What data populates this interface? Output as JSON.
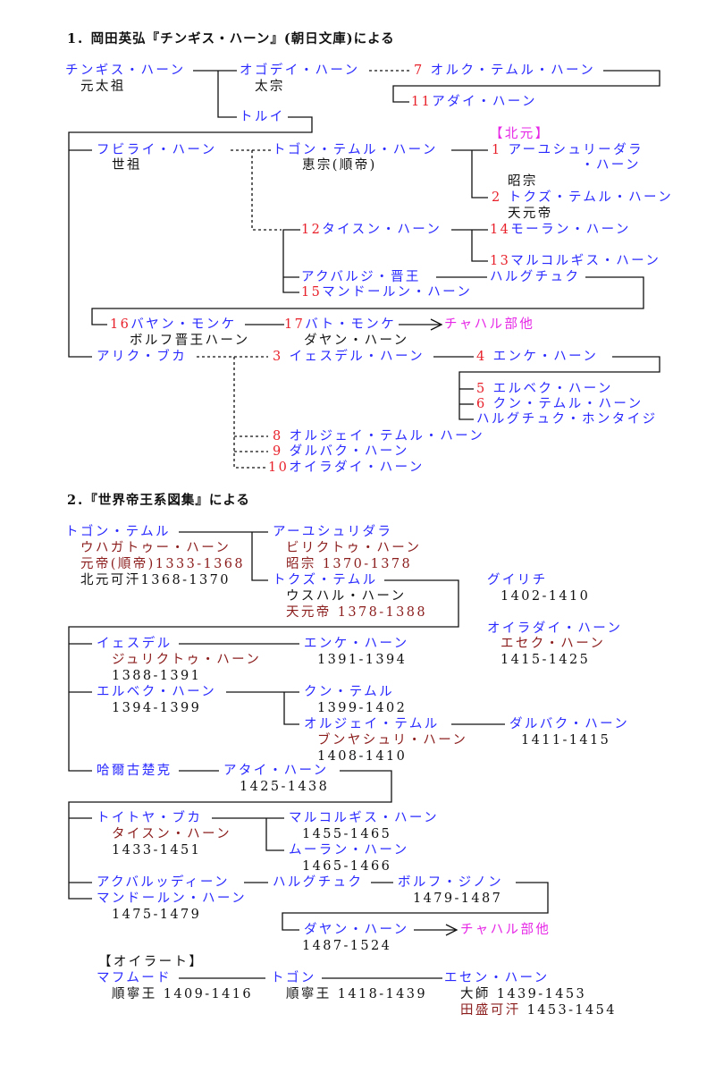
{
  "colors": {
    "b": "#2a2aff",
    "r": "#e8202a",
    "k": "#111111",
    "m": "#e628e6",
    "d": "#8b1c1c"
  },
  "section1": {
    "title": "1．岡田英弘『チンギス・ハーン』(朝日文庫)による",
    "labels": [
      [
        {
          "text": "チンギス・ハーン",
          "c": "b"
        }
      ],
      [
        {
          "text": "元太祖",
          "c": "k"
        }
      ],
      [
        {
          "text": "オゴデイ・ハーン",
          "c": "b"
        }
      ],
      [
        {
          "text": "太宗",
          "c": "k"
        }
      ],
      [
        {
          "text": "7 ",
          "c": "r"
        },
        {
          "text": "オルク・テムル・ハーン",
          "c": "b"
        }
      ],
      [
        {
          "text": "11",
          "c": "r"
        },
        {
          "text": "アダイ・ハーン",
          "c": "b"
        }
      ],
      [
        {
          "text": "トルイ",
          "c": "b"
        }
      ],
      [
        {
          "text": "【北元】",
          "c": "m"
        }
      ],
      [
        {
          "text": "フビライ・ハーン",
          "c": "b"
        }
      ],
      [
        {
          "text": "世祖",
          "c": "k"
        }
      ],
      [
        {
          "text": "トゴン・テムル・ハーン",
          "c": "b"
        }
      ],
      [
        {
          "text": "恵宗(順帝)",
          "c": "k"
        }
      ],
      [
        {
          "text": "1 ",
          "c": "r"
        },
        {
          "text": "アーユシュリーダラ",
          "c": "b"
        }
      ],
      [
        {
          "text": "・ハーン",
          "c": "b"
        }
      ],
      [
        {
          "text": "昭宗",
          "c": "k"
        }
      ],
      [
        {
          "text": "2 ",
          "c": "r"
        },
        {
          "text": "トクズ・テムル・ハーン",
          "c": "b"
        }
      ],
      [
        {
          "text": "天元帝",
          "c": "k"
        }
      ],
      [
        {
          "text": "12",
          "c": "r"
        },
        {
          "text": "タイスン・ハーン",
          "c": "b"
        }
      ],
      [
        {
          "text": "14",
          "c": "r"
        },
        {
          "text": "モーラン・ハーン",
          "c": "b"
        }
      ],
      [
        {
          "text": "13",
          "c": "r"
        },
        {
          "text": "マルコルギス・ハーン",
          "c": "b"
        }
      ],
      [
        {
          "text": "アクバルジ・晋王",
          "c": "b"
        }
      ],
      [
        {
          "text": "ハルグチュク",
          "c": "b"
        }
      ],
      [
        {
          "text": "15",
          "c": "r"
        },
        {
          "text": "マンドールン・ハーン",
          "c": "b"
        }
      ],
      [
        {
          "text": "16",
          "c": "r"
        },
        {
          "text": "バヤン・モンケ",
          "c": "b"
        }
      ],
      [
        {
          "text": "ボルフ晋王ハーン",
          "c": "k"
        }
      ],
      [
        {
          "text": "17",
          "c": "r"
        },
        {
          "text": "バト・モンケ",
          "c": "b"
        }
      ],
      [
        {
          "text": "ダヤン・ハーン",
          "c": "k"
        }
      ],
      [
        {
          "text": "チャハル部他",
          "c": "m"
        }
      ],
      [
        {
          "text": "アリク・ブカ",
          "c": "b"
        }
      ],
      [
        {
          "text": "3 ",
          "c": "r"
        },
        {
          "text": "イェスデル・ハーン",
          "c": "b"
        }
      ],
      [
        {
          "text": "4 ",
          "c": "r"
        },
        {
          "text": "エンケ・ハーン",
          "c": "b"
        }
      ],
      [
        {
          "text": "5 ",
          "c": "r"
        },
        {
          "text": "エルベク・ハーン",
          "c": "b"
        }
      ],
      [
        {
          "text": "6 ",
          "c": "r"
        },
        {
          "text": "クン・テムル・ハーン",
          "c": "b"
        }
      ],
      [
        {
          "text": "ハルグチュク・ホンタイジ",
          "c": "b"
        }
      ],
      [
        {
          "text": "8 ",
          "c": "r"
        },
        {
          "text": "オルジェイ・テムル・ハーン",
          "c": "b"
        }
      ],
      [
        {
          "text": "9 ",
          "c": "r"
        },
        {
          "text": "ダルバク・ハーン",
          "c": "b"
        }
      ],
      [
        {
          "text": "10",
          "c": "r"
        },
        {
          "text": "オイラダイ・ハーン",
          "c": "b"
        }
      ]
    ]
  },
  "section2": {
    "title": "2．『世界帝王系図集』による",
    "labels": [
      [
        {
          "text": "トゴン・テムル",
          "c": "b"
        }
      ],
      [
        {
          "text": "ウハガトゥー・ハーン",
          "c": "d"
        }
      ],
      [
        {
          "text": "元帝(順帝)1333-1368",
          "c": "d"
        }
      ],
      [
        {
          "text": "北元可汗1368-1370",
          "c": "k"
        }
      ],
      [
        {
          "text": "アーユシュリダラ",
          "c": "b"
        }
      ],
      [
        {
          "text": "ビリクトゥ・ハーン",
          "c": "d"
        }
      ],
      [
        {
          "text": "昭宗 1370-1378",
          "c": "d"
        }
      ],
      [
        {
          "text": "トクズ・テムル",
          "c": "b"
        }
      ],
      [
        {
          "text": "ウスハル・ハーン",
          "c": "k"
        }
      ],
      [
        {
          "text": "天元帝 1378-1388",
          "c": "d"
        }
      ],
      [
        {
          "text": "グイリチ",
          "c": "b"
        }
      ],
      [
        {
          "text": "1402-1410",
          "c": "k"
        }
      ],
      [
        {
          "text": "オイラダイ・ハーン",
          "c": "b"
        }
      ],
      [
        {
          "text": "エセク・ハーン",
          "c": "d"
        }
      ],
      [
        {
          "text": "1415-1425",
          "c": "k"
        }
      ],
      [
        {
          "text": "イェスデル",
          "c": "b"
        }
      ],
      [
        {
          "text": "ジュリクトゥ・ハーン",
          "c": "d"
        }
      ],
      [
        {
          "text": "1388-1391",
          "c": "k"
        }
      ],
      [
        {
          "text": "エンケ・ハーン",
          "c": "b"
        }
      ],
      [
        {
          "text": "1391-1394",
          "c": "k"
        }
      ],
      [
        {
          "text": "エルベク・ハーン",
          "c": "b"
        }
      ],
      [
        {
          "text": "1394-1399",
          "c": "k"
        }
      ],
      [
        {
          "text": "クン・テムル",
          "c": "b"
        }
      ],
      [
        {
          "text": "1399-1402",
          "c": "k"
        }
      ],
      [
        {
          "text": "オルジェイ・テムル",
          "c": "b"
        }
      ],
      [
        {
          "text": "ブンヤシュリ・ハーン",
          "c": "d"
        }
      ],
      [
        {
          "text": "1408-1410",
          "c": "k"
        }
      ],
      [
        {
          "text": "ダルバク・ハーン",
          "c": "b"
        }
      ],
      [
        {
          "text": "1411-1415",
          "c": "k"
        }
      ],
      [
        {
          "text": "哈爾古楚克",
          "c": "b"
        }
      ],
      [
        {
          "text": "アタイ・ハーン",
          "c": "b"
        }
      ],
      [
        {
          "text": "1425-1438",
          "c": "k"
        }
      ],
      [
        {
          "text": "トイトヤ・ブカ",
          "c": "b"
        }
      ],
      [
        {
          "text": "タイスン・ハーン",
          "c": "d"
        }
      ],
      [
        {
          "text": "1433-1451",
          "c": "k"
        }
      ],
      [
        {
          "text": "マルコルギス・ハーン",
          "c": "b"
        }
      ],
      [
        {
          "text": "1455-1465",
          "c": "k"
        }
      ],
      [
        {
          "text": "ムーラン・ハーン",
          "c": "b"
        }
      ],
      [
        {
          "text": "1465-1466",
          "c": "k"
        }
      ],
      [
        {
          "text": "アクバルッディーン",
          "c": "b"
        }
      ],
      [
        {
          "text": "ハルグチュク",
          "c": "b"
        }
      ],
      [
        {
          "text": "ボルフ・ジノン",
          "c": "b"
        }
      ],
      [
        {
          "text": "1479-1487",
          "c": "k"
        }
      ],
      [
        {
          "text": "マンドールン・ハーン",
          "c": "b"
        }
      ],
      [
        {
          "text": "1475-1479",
          "c": "k"
        }
      ],
      [
        {
          "text": "ダヤン・ハーン",
          "c": "b"
        }
      ],
      [
        {
          "text": "チャハル部他",
          "c": "m"
        }
      ],
      [
        {
          "text": "1487-1524",
          "c": "k"
        }
      ],
      [
        {
          "text": "【オイラート】",
          "c": "k"
        }
      ],
      [
        {
          "text": "マフムード",
          "c": "b"
        }
      ],
      [
        {
          "text": "順寧王 1409-1416",
          "c": "k"
        }
      ],
      [
        {
          "text": "トゴン",
          "c": "b"
        }
      ],
      [
        {
          "text": "順寧王 1418-1439",
          "c": "k"
        }
      ],
      [
        {
          "text": "エセン・ハーン",
          "c": "b"
        }
      ],
      [
        {
          "text": "大師 1439-1453",
          "c": "k"
        }
      ],
      [
        {
          "text": "田盛可汗",
          "c": "d"
        },
        {
          "text": " 1453-1454",
          "c": "k"
        }
      ]
    ]
  }
}
